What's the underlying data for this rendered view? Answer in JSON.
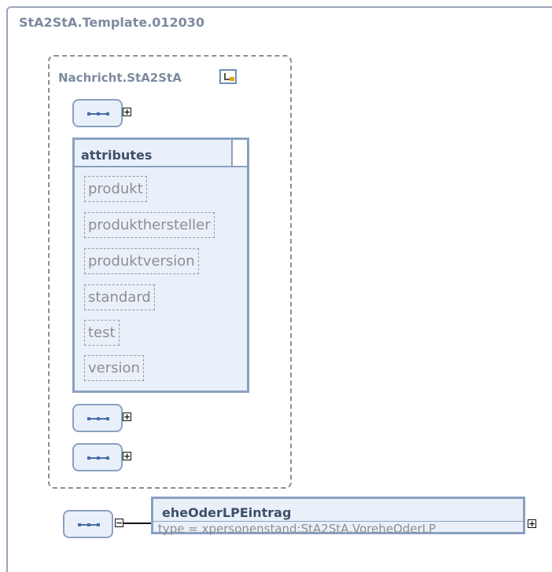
{
  "template": {
    "title": "StA2StA.Template.012030"
  },
  "group": {
    "title": "Nachricht.StA2StA",
    "icon": "complex-type-icon"
  },
  "attributes": {
    "title": "attributes",
    "items": [
      "produkt",
      "produkthersteller",
      "produktversion",
      "standard",
      "test",
      "version"
    ]
  },
  "element": {
    "name": "eheOderLPEintrag",
    "type": "type = xpersonenstand:StA2StA.VoreheOderLP"
  },
  "symbols": {
    "expand": "+",
    "collapse": "−",
    "sequence_icon": "sequence-icon"
  }
}
